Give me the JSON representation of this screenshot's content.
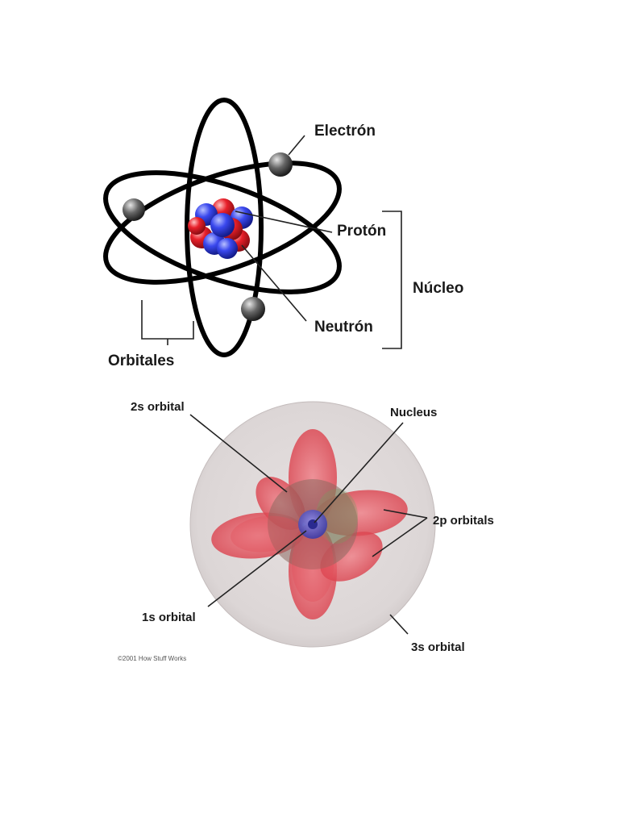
{
  "atom_diagram": {
    "labels": {
      "electron": "Electrón",
      "proton": "Protón",
      "nucleus": "Núcleo",
      "neutron": "Neutrón",
      "orbitals": "Orbitales"
    }
  },
  "orbital_diagram": {
    "labels": {
      "orbital_2s": "2s orbital",
      "nucleus": "Nucleus",
      "orbitals_2p": "2p orbitals",
      "orbital_1s": "1s orbital",
      "orbital_3s": "3s orbital"
    },
    "credit": "©2001 How Stuff Works"
  },
  "colors": {
    "proton": "#e8202a",
    "neutron": "#2f3fe0",
    "electron": "#555555",
    "lobe": "#e04a55",
    "sphere_3s": "#dcd6d6"
  }
}
